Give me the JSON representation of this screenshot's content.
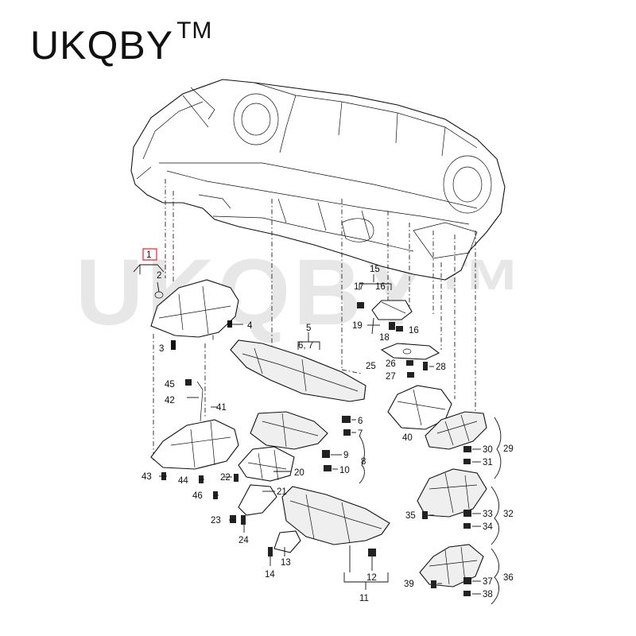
{
  "brand": {
    "name": "UKQBY",
    "mark": "TM"
  },
  "watermark": "UKQBY™",
  "callouts": [
    "1",
    "2",
    "3",
    "4",
    "5",
    "6, 7",
    "15",
    "17",
    "16",
    "19",
    "16",
    "18",
    "25",
    "26",
    "28",
    "27",
    "45",
    "42",
    "41",
    "6",
    "7",
    "9",
    "10",
    "8",
    "40",
    "30",
    "29",
    "31",
    "43",
    "44",
    "46",
    "22",
    "20",
    "21",
    "35",
    "33",
    "32",
    "34",
    "23",
    "24",
    "13",
    "14",
    "12",
    "11",
    "39",
    "37",
    "36",
    "38"
  ],
  "colors": {
    "highlight": "#e8212a",
    "line": "#111111",
    "watermark": "#d4d4d4"
  }
}
